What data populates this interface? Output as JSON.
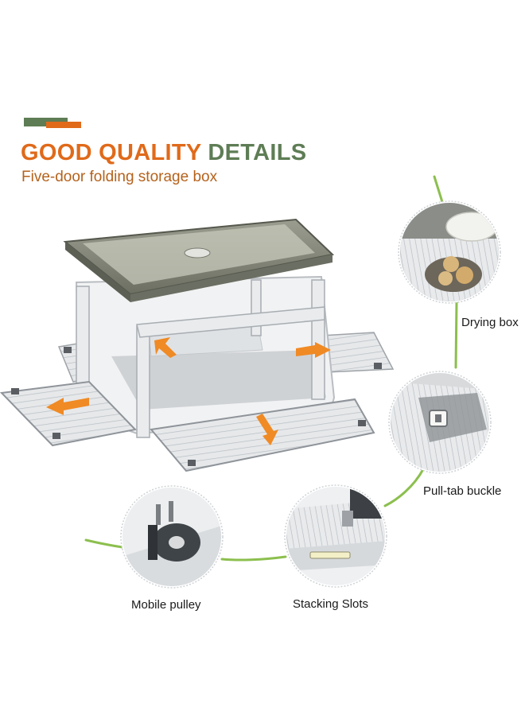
{
  "header": {
    "title_part1": "GOOD QUALITY",
    "title_part2": "DETAILS",
    "subtitle": "Five-door folding storage box"
  },
  "colors": {
    "accent_orange": "#e06a1a",
    "accent_green": "#5e7d55",
    "connector_green": "#8cbf4e",
    "arrow_orange": "#f08a24"
  },
  "callouts": {
    "drying_box": "Drying box",
    "pull_tab_buckle": "Pull-tab buckle",
    "mobile_pulley": "Mobile pulley",
    "stacking_slots": "Stacking Slots"
  }
}
